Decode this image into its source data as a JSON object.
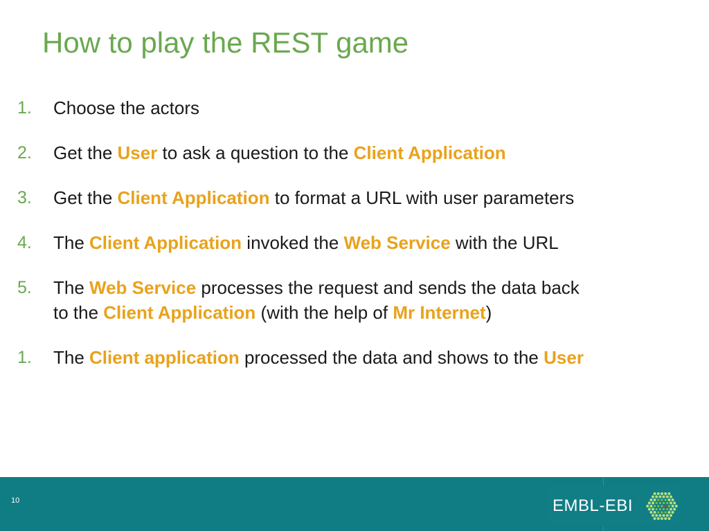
{
  "slide": {
    "title": "How to play the REST game",
    "page_number": "10"
  },
  "steps": [
    {
      "number": "1.",
      "lines": [
        [
          {
            "text": "Choose the actors",
            "hl": false
          }
        ]
      ]
    },
    {
      "number": "2.",
      "lines": [
        [
          {
            "text": "Get the ",
            "hl": false
          },
          {
            "text": "User",
            "hl": true
          },
          {
            "text": " to ask a question to the ",
            "hl": false
          },
          {
            "text": "Client Application",
            "hl": true
          }
        ]
      ]
    },
    {
      "number": "3.",
      "lines": [
        [
          {
            "text": "Get the ",
            "hl": false
          },
          {
            "text": "Client Application",
            "hl": true
          },
          {
            "text": " to format a URL with user parameters",
            "hl": false
          }
        ]
      ]
    },
    {
      "number": "4.",
      "lines": [
        [
          {
            "text": "The ",
            "hl": false
          },
          {
            "text": "Client Application",
            "hl": true
          },
          {
            "text": " invoked the ",
            "hl": false
          },
          {
            "text": "Web Service",
            "hl": true
          },
          {
            "text": " with the URL",
            "hl": false
          }
        ]
      ]
    },
    {
      "number": "5.",
      "lines": [
        [
          {
            "text": "The ",
            "hl": false
          },
          {
            "text": "Web Service",
            "hl": true
          },
          {
            "text": " processes the request and sends the data back",
            "hl": false
          }
        ],
        [
          {
            "text": "to the ",
            "hl": false
          },
          {
            "text": "Client Application",
            "hl": true
          },
          {
            "text": " (with the help of ",
            "hl": false
          },
          {
            "text": "Mr Internet",
            "hl": true
          },
          {
            "text": ")",
            "hl": false
          }
        ]
      ]
    },
    {
      "number": "1.",
      "lines": [
        [
          {
            "text": "The ",
            "hl": false
          },
          {
            "text": "Client application",
            "hl": true
          },
          {
            "text": " processed the data and shows to the ",
            "hl": false
          },
          {
            "text": "User",
            "hl": true
          }
        ]
      ]
    }
  ],
  "footer": {
    "logo_text": "EMBL-EBI",
    "logo_icon": "embl-ebi-hexagon-dots-icon"
  },
  "colors": {
    "title": "#6aa84f",
    "highlight": "#e9a21b",
    "footer": "#107c84",
    "text": "#1a1a1a"
  }
}
